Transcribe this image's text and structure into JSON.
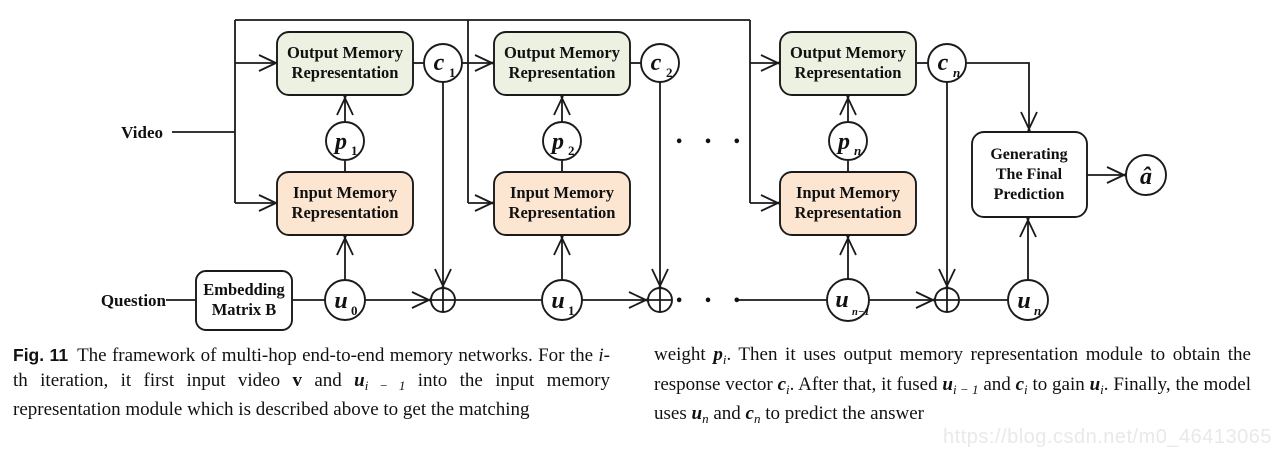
{
  "diagram": {
    "colors": {
      "output_box_fill": "#ecf1e2",
      "input_box_fill": "#fce6d1",
      "stroke": "#1a1a1a"
    },
    "labels": {
      "video": "Video",
      "question": "Question"
    },
    "embedding_box": {
      "line1": "Embedding",
      "line2": "Matrix B"
    },
    "hops": [
      {
        "output_line1": "Output Memory",
        "output_line2": "Representation",
        "input_line1": "Input Memory",
        "input_line2": "Representation"
      },
      {
        "output_line1": "Output Memory",
        "output_line2": "Representation",
        "input_line1": "Input Memory",
        "input_line2": "Representation"
      },
      {
        "output_line1": "Output Memory",
        "output_line2": "Representation",
        "input_line1": "Input Memory",
        "input_line2": "Representation"
      }
    ],
    "prediction_box": {
      "line1": "Generating",
      "line2": "The Final",
      "line3": "Prediction"
    },
    "nodes": {
      "p1": {
        "base": "p",
        "sub": "1"
      },
      "p2": {
        "base": "p",
        "sub": "2"
      },
      "pn": {
        "base": "p",
        "sub": "n"
      },
      "c1": {
        "base": "c",
        "sub": "1"
      },
      "c2": {
        "base": "c",
        "sub": "2"
      },
      "cn": {
        "base": "c",
        "sub": "n"
      },
      "u0": {
        "base": "u",
        "sub": "0"
      },
      "u1": {
        "base": "u",
        "sub": "1"
      },
      "un1": {
        "base": "u",
        "sub": "n−1"
      },
      "un": {
        "base": "u",
        "sub": "n"
      },
      "ahat": {
        "base": "â"
      }
    },
    "ellipsis": "• • •"
  },
  "caption": {
    "left_segments": [
      {
        "t": "Fig. 11",
        "s": "fig"
      },
      {
        "t": "The framework of multi-hop end-to-end memory networks. For the ",
        "s": ""
      },
      {
        "t": "i",
        "s": "i"
      },
      {
        "t": "-th iteration, it first input video ",
        "s": ""
      },
      {
        "t": "v",
        "s": "b"
      },
      {
        "t": " and ",
        "s": ""
      },
      {
        "t": "u",
        "s": "bi"
      },
      {
        "t": "i − 1",
        "s": "sub"
      },
      {
        "t": " into the input memory representation module which is described above to get the matching",
        "s": ""
      }
    ],
    "right_segments": [
      {
        "t": "weight ",
        "s": ""
      },
      {
        "t": "p",
        "s": "bi"
      },
      {
        "t": "i",
        "s": "sub"
      },
      {
        "t": ". Then it uses output memory representation module to obtain the response vector ",
        "s": ""
      },
      {
        "t": "c",
        "s": "bi"
      },
      {
        "t": "i",
        "s": "sub"
      },
      {
        "t": ". After that, it fused ",
        "s": ""
      },
      {
        "t": "u",
        "s": "bi"
      },
      {
        "t": "i − 1",
        "s": "sub"
      },
      {
        "t": " and ",
        "s": ""
      },
      {
        "t": "c",
        "s": "bi"
      },
      {
        "t": "i",
        "s": "sub"
      },
      {
        "t": " to gain ",
        "s": ""
      },
      {
        "t": "u",
        "s": "bi"
      },
      {
        "t": "i",
        "s": "sub"
      },
      {
        "t": ". Finally, the model uses ",
        "s": ""
      },
      {
        "t": "u",
        "s": "bi"
      },
      {
        "t": "n",
        "s": "sub"
      },
      {
        "t": " and ",
        "s": ""
      },
      {
        "t": "c",
        "s": "bi"
      },
      {
        "t": "n",
        "s": "sub"
      },
      {
        "t": " to predict the answer",
        "s": ""
      }
    ]
  },
  "watermark": {
    "text": "https://blog.csdn.net/m0_46413065",
    "color": "#e9e9e9"
  }
}
